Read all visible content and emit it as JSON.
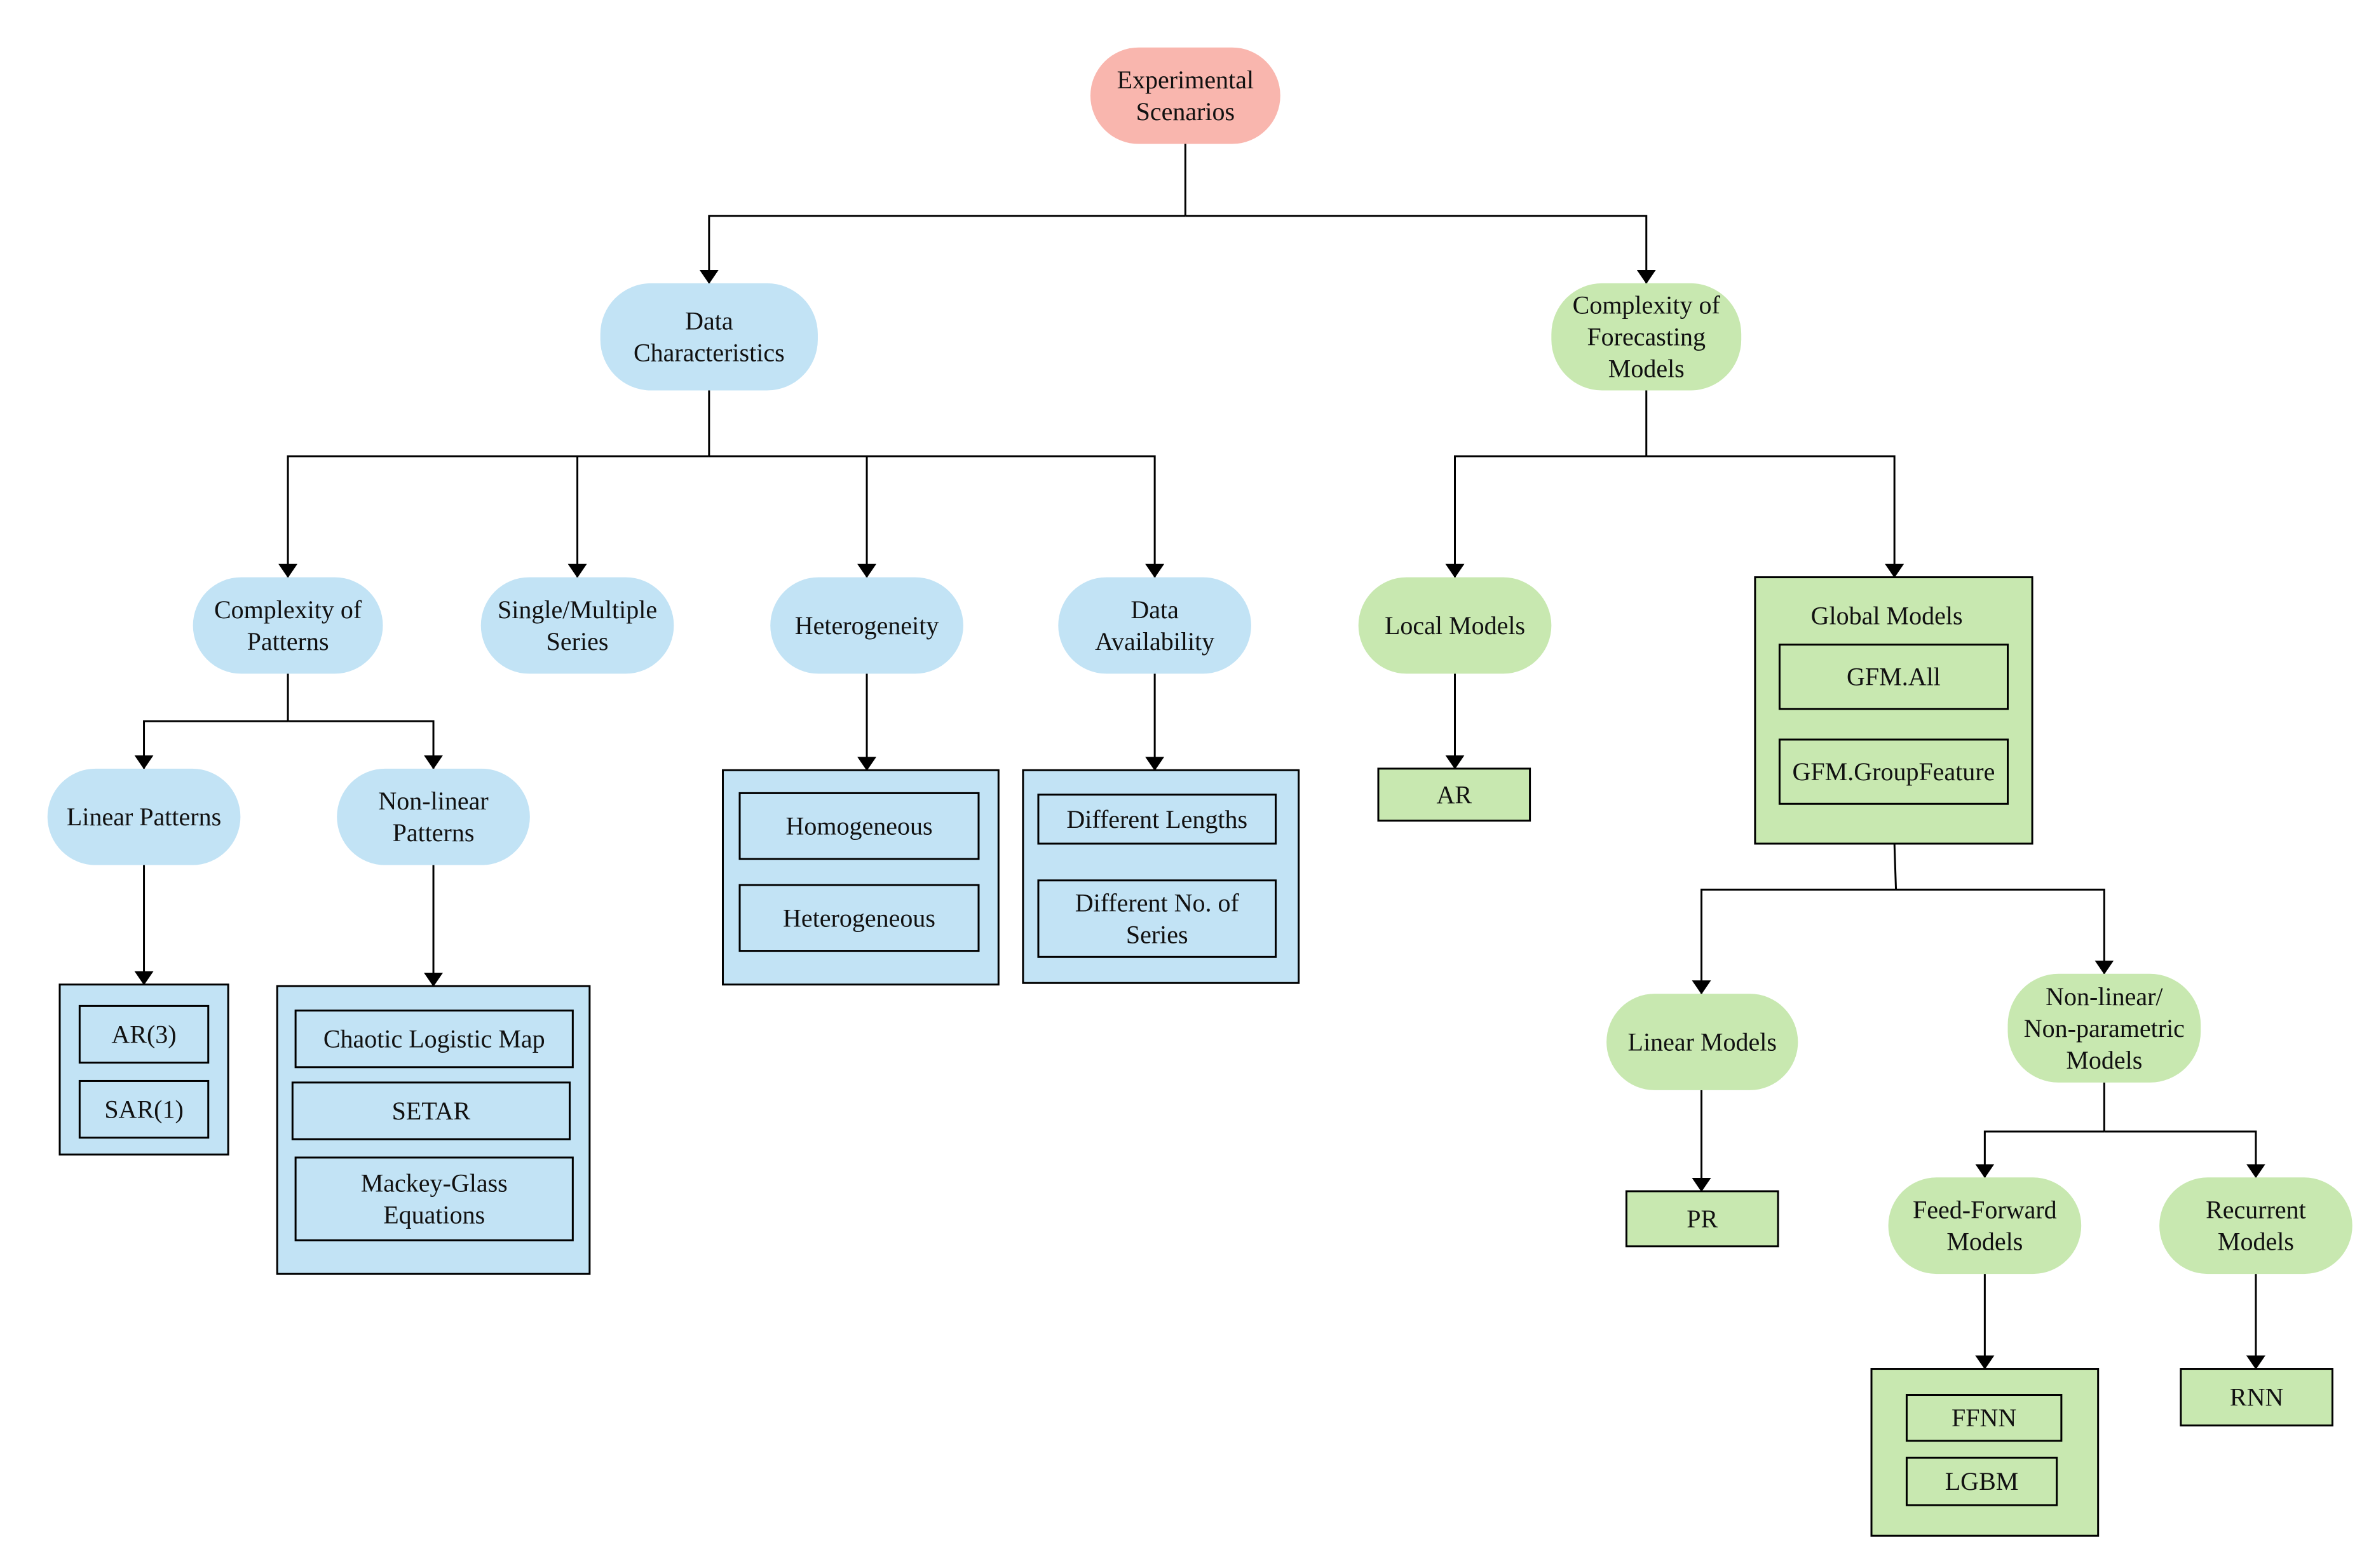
{
  "colors": {
    "root_fill": "#f9b6ae",
    "data_fill": "#c2e3f5",
    "model_fill": "#c8e8b0",
    "stroke": "#000000",
    "text": "#111111"
  },
  "nodes": {
    "root": {
      "lines": [
        "Experimental",
        "Scenarios"
      ]
    },
    "data_characteristics": {
      "lines": [
        "Data",
        "Characteristics"
      ]
    },
    "complexity_models": {
      "lines": [
        "Complexity of",
        "Forecasting",
        "Models"
      ]
    },
    "complexity_patterns": {
      "lines": [
        "Complexity of",
        "Patterns"
      ]
    },
    "single_multiple": {
      "lines": [
        "Single/Multiple",
        "Series"
      ]
    },
    "heterogeneity": {
      "lines": [
        "Heterogeneity"
      ]
    },
    "data_availability": {
      "lines": [
        "Data",
        "Availability"
      ]
    },
    "linear_patterns": {
      "lines": [
        "Linear Patterns"
      ]
    },
    "nonlinear_patterns": {
      "lines": [
        "Non-linear",
        "Patterns"
      ]
    },
    "ar3": {
      "lines": [
        "AR(3)"
      ]
    },
    "sar1": {
      "lines": [
        "SAR(1)"
      ]
    },
    "chaotic": {
      "lines": [
        "Chaotic Logistic Map"
      ]
    },
    "setar": {
      "lines": [
        "SETAR"
      ]
    },
    "mackey": {
      "lines": [
        "Mackey-Glass",
        "Equations"
      ]
    },
    "homogeneous": {
      "lines": [
        "Homogeneous"
      ]
    },
    "heterogeneous": {
      "lines": [
        "Heterogeneous"
      ]
    },
    "diff_lengths": {
      "lines": [
        "Different Lengths"
      ]
    },
    "diff_no_series": {
      "lines": [
        "Different No. of",
        "Series"
      ]
    },
    "local_models": {
      "lines": [
        "Local Models"
      ]
    },
    "ar": {
      "lines": [
        "AR"
      ]
    },
    "global_models": {
      "lines": [
        "Global Models"
      ]
    },
    "gfm_all": {
      "lines": [
        "GFM.All"
      ]
    },
    "gfm_group": {
      "lines": [
        "GFM.GroupFeature"
      ]
    },
    "linear_models": {
      "lines": [
        "Linear Models"
      ]
    },
    "nonlinear_models": {
      "lines": [
        "Non-linear/",
        "Non-parametric",
        "Models"
      ]
    },
    "pr": {
      "lines": [
        "PR"
      ]
    },
    "ffm": {
      "lines": [
        "Feed-Forward",
        "Models"
      ]
    },
    "recurrent": {
      "lines": [
        "Recurrent",
        "Models"
      ]
    },
    "ffnn": {
      "lines": [
        "FFNN"
      ]
    },
    "lgbm": {
      "lines": [
        "LGBM"
      ]
    },
    "rnn": {
      "lines": [
        "RNN"
      ]
    }
  }
}
